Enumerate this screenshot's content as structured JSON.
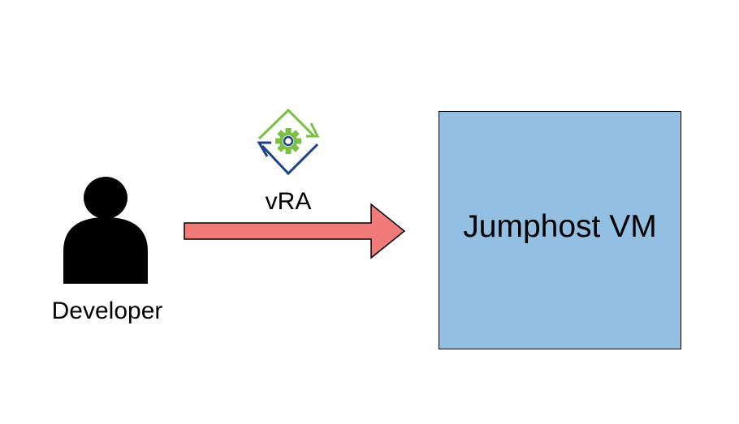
{
  "developer": {
    "label": "Developer",
    "icon": "person-icon"
  },
  "vra": {
    "label": "vRA",
    "icon": "vra-gear-cycle-icon",
    "colors": {
      "green": "#7ac143",
      "blue": "#1d428a"
    }
  },
  "connector": {
    "icon": "right-arrow-icon",
    "fill": "#f07b78",
    "stroke": "#000000"
  },
  "jumphost": {
    "label": "Jumphost VM",
    "fill": "#93bfe2",
    "stroke": "#000000"
  }
}
